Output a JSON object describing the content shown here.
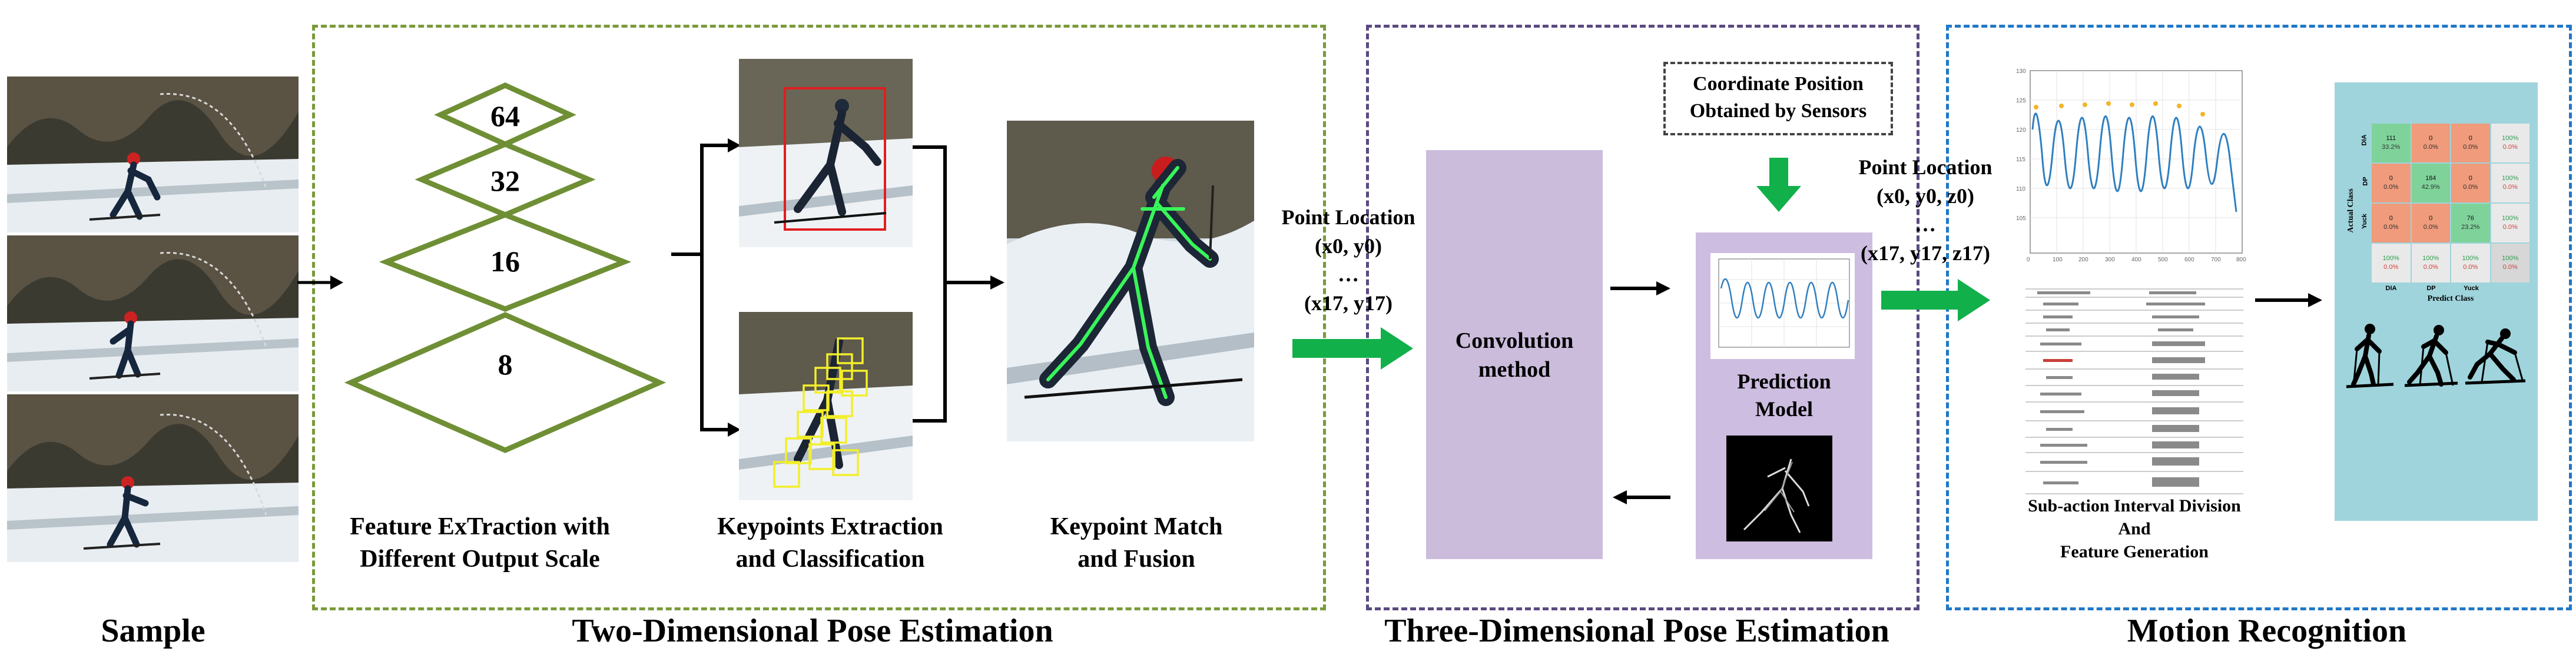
{
  "stages": {
    "sample": "Sample",
    "two_d": "Two-Dimensional Pose Estimation",
    "three_d": "Three-Dimensional Pose Estimation",
    "motion": "Motion Recognition"
  },
  "pyramid": {
    "levels": [
      "64",
      "32",
      "16",
      "8"
    ]
  },
  "captions": {
    "feature_1": "Feature ExTraction with",
    "feature_2": "Different Output Scale",
    "keypoints_1": "Keypoints Extraction",
    "keypoints_2": "and Classification",
    "match_1": "Keypoint Match",
    "match_2": "and Fusion",
    "subaction_1": "Sub-action Interval Division",
    "subaction_2": "And",
    "subaction_3": "Feature Generation"
  },
  "point_location_2d": {
    "label": "Point Location",
    "first": "(x0, y0)",
    "ellipsis": "…",
    "last": "(x17, y17)"
  },
  "point_location_3d": {
    "label": "Point Location",
    "first": "(x0, y0, z0)",
    "ellipsis": "…",
    "last": "(x17, y17, z17)"
  },
  "convolution": {
    "line1": "Convolution",
    "line2": "method"
  },
  "sensors": {
    "line1": "Coordinate Position",
    "line2": "Obtained by Sensors"
  },
  "prediction": {
    "line1": "Prediction",
    "line2": "Model"
  },
  "confusion_matrix": {
    "y_title": "Actual Class",
    "x_title": "Predict Class",
    "row_labels": [
      "DIA",
      "DP",
      "Yuck"
    ],
    "col_labels": [
      "DIA",
      "DP",
      "Yuck"
    ],
    "rows": [
      [
        {
          "count": "111",
          "pct": "33.2%"
        },
        {
          "count": "0",
          "pct": "0.0%"
        },
        {
          "count": "0",
          "pct": "0.0%"
        },
        {
          "count": "100%",
          "pct": "0.0%"
        }
      ],
      [
        {
          "count": "0",
          "pct": "0.0%"
        },
        {
          "count": "184",
          "pct": "42.9%"
        },
        {
          "count": "0",
          "pct": "0.0%"
        },
        {
          "count": "100%",
          "pct": "0.0%"
        }
      ],
      [
        {
          "count": "0",
          "pct": "0.0%"
        },
        {
          "count": "0",
          "pct": "0.0%"
        },
        {
          "count": "76",
          "pct": "23.2%"
        },
        {
          "count": "100%",
          "pct": "0.0%"
        }
      ],
      [
        {
          "count": "100%",
          "pct": "0.0%"
        },
        {
          "count": "100%",
          "pct": "0.0%"
        },
        {
          "count": "100%",
          "pct": "0.0%"
        },
        {
          "count": "100%",
          "pct": "0.0%"
        }
      ]
    ]
  },
  "colors": {
    "two_d_border": "#7a9a3a",
    "three_d_border": "#5a4a80",
    "motion_border": "#1f78c8",
    "pyramid": "#6f8f35",
    "conv_box": "#cbbcdc",
    "pred_box": "#cdbde0",
    "green_arrow": "#12b04a",
    "matrix_bg": "#9fd4dc",
    "wave": "#2f7fc0"
  }
}
